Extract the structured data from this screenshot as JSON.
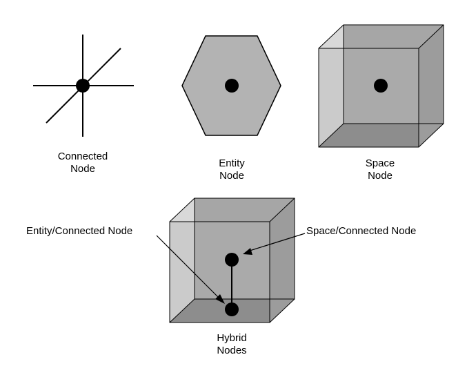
{
  "labels": {
    "connected_node": [
      "Connected",
      "Node"
    ],
    "entity_node": [
      "Entity",
      "Node"
    ],
    "space_node": [
      "Space",
      "Node"
    ],
    "hybrid_nodes": [
      "Hybrid",
      "Nodes"
    ],
    "entity_connected_callout": "Entity/Connected Node",
    "space_connected_callout": "Space/Connected Node"
  },
  "colors": {
    "node_dot": "#000000",
    "hexagon_fill": "#b3b3b3",
    "cube_back": "#a6a6a6",
    "cube_left": "#d9d9d9",
    "cube_bottom": "#7a7a7a",
    "cube_right": "#9c9c9c",
    "cube_front_glass": "#bdbdbd",
    "stroke": "#000000"
  }
}
